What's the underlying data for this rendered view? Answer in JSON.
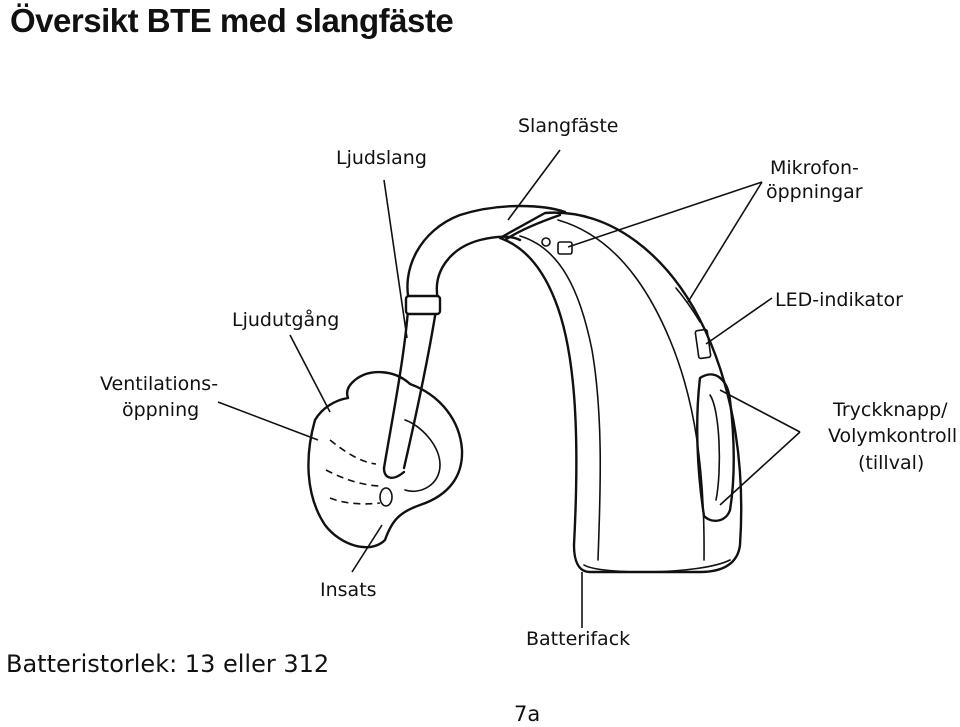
{
  "title": "Översikt BTE med slangfäste",
  "labels": {
    "slangfaste": "Slangfäste",
    "ljudslang": "Ljudslang",
    "mikrofon_line1": "Mikrofon-",
    "mikrofon_line2": "öppningar",
    "ljudutgang": "Ljudutgång",
    "led": "LED-indikator",
    "ventilation_line1": "Ventilations-",
    "ventilation_line2": "öppning",
    "tryck_line1": "Tryckknapp/",
    "tryck_line2": "Volymkontroll",
    "tryck_line3": "(tillval)",
    "insats": "Insats",
    "batterifack": "Batterifack"
  },
  "footer": {
    "battery_size": "Batteristorlek: 13 eller 312",
    "page": "7a"
  }
}
